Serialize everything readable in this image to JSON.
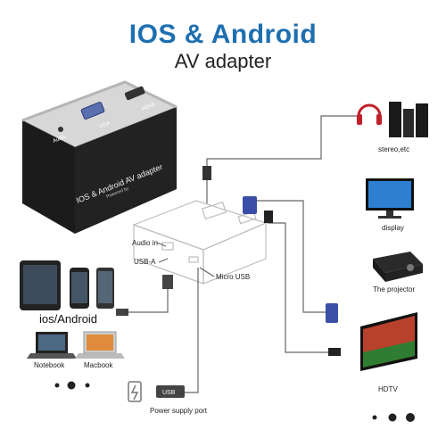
{
  "title": "IOS & Android",
  "subtitle": "AV adapter",
  "device": {
    "face_text": "IOS & Android AV adapter",
    "powered_by": "Powered by ",
    "vga_label": "VGA",
    "hdmi_label": "HDMI",
    "audio_label": "Audio"
  },
  "ports": {
    "audio_in": "Audio in",
    "usb_a": "USB-A",
    "micro_usb": "Micro USB",
    "usb_plug": "USB",
    "power_supply": "Power supply port"
  },
  "sources": {
    "group_label": "ios/Android",
    "notebook": "Notebook",
    "macbook": "Macbook"
  },
  "outputs": {
    "stereo": "stereo,etc",
    "display": "display",
    "projector": "The projector",
    "hdtv": "HDTV"
  },
  "colors": {
    "accent": "#1e6fb0",
    "device_body": "#1b1b1b",
    "vga_blue": "#3b4fa8"
  }
}
